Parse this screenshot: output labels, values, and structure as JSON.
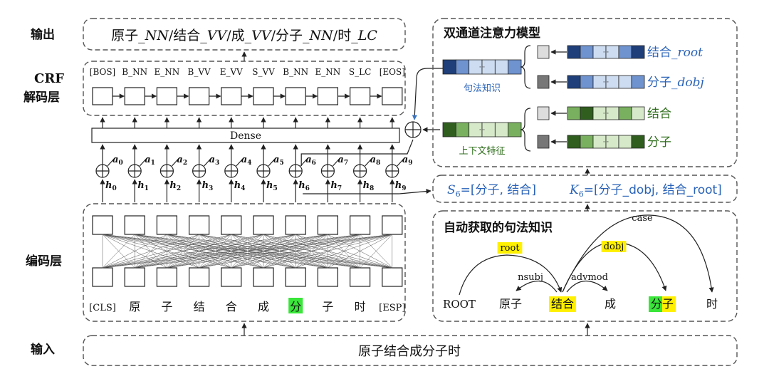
{
  "left_labels": {
    "output": "输出",
    "crf": "CRF",
    "crf_sub": "解码层",
    "encoder": "编码层",
    "input": "输入"
  },
  "output_sequence": {
    "words": [
      "原子",
      "结合",
      "成",
      "分子",
      "时"
    ],
    "tags": [
      "_NN",
      "_VV",
      "_VV",
      "_NN",
      "_LC"
    ],
    "separator": "/"
  },
  "crf_tags": [
    "[BOS]",
    "B_NN",
    "E_NN",
    "B_VV",
    "E_VV",
    "S_VV",
    "B_NN",
    "E_NN",
    "S_LC",
    "[EOS]"
  ],
  "dense_label": "Dense",
  "attention_labels": [
    "a",
    "a",
    "a",
    "a",
    "a",
    "a",
    "a",
    "a",
    "a",
    "a"
  ],
  "attention_subs": [
    "0",
    "1",
    "2",
    "3",
    "4",
    "5",
    "6",
    "7",
    "8",
    "9"
  ],
  "hidden_labels": [
    "h",
    "h",
    "h",
    "h",
    "h",
    "h",
    "h",
    "h",
    "h",
    "h"
  ],
  "hidden_subs": [
    "0",
    "1",
    "2",
    "3",
    "4",
    "5",
    "6",
    "7",
    "8",
    "9"
  ],
  "input_tokens": [
    "[CLS]",
    "原",
    "子",
    "结",
    "合",
    "成",
    "分",
    "子",
    "时",
    "[ESP]"
  ],
  "input_sentence": "原子结合成分子时",
  "dual_channel": {
    "title": "双通道注意力模型",
    "syntax_label": "句法知识",
    "context_label": "上下文特征",
    "syntax_items": [
      "结合_root",
      "分子_dobj"
    ],
    "context_items": [
      "结合",
      "分子"
    ],
    "ellipsis": "···"
  },
  "sets": {
    "s_label": "S",
    "s_sub": "6",
    "s_value": "=[分子, 结合]",
    "k_label": "K",
    "k_sub": "6",
    "k_value": "=[分子_dobj, 结合_root]"
  },
  "syntax_panel": {
    "title": "自动获取的句法知识",
    "tokens": [
      "ROOT",
      "原子",
      "结合",
      "成",
      "分子",
      "时"
    ],
    "arcs": [
      "root",
      "nsubj",
      "advmod",
      "dobj",
      "case"
    ]
  },
  "colors": {
    "blue_dark": "#1f3f7a",
    "blue_mid": "#6f93cf",
    "blue_light": "#cddcf0",
    "green_dark": "#2f5e1f",
    "green_mid": "#79b060",
    "green_light": "#d6e9c9",
    "highlight_yellow": "#fff000",
    "highlight_green": "#39e639"
  }
}
